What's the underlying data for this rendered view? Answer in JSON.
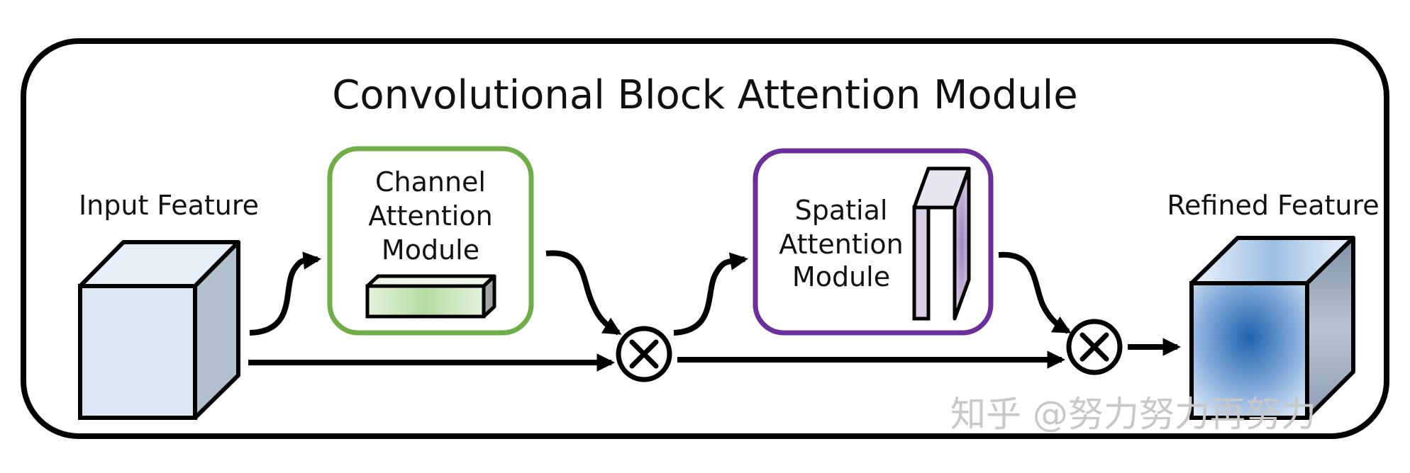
{
  "title": "Convolutional Block Attention Module",
  "input": {
    "label": "Input Feature"
  },
  "channel_module": {
    "line1": "Channel",
    "line2": "Attention",
    "line3": "Module",
    "border_color": "#6fae47"
  },
  "spatial_module": {
    "line1": "Spatial",
    "line2": "Attention",
    "line3": "Module",
    "border_color": "#6a2f9a"
  },
  "output": {
    "label": "Refined Feature"
  },
  "operators": [
    {
      "symbol": "⊗",
      "meaning": "element-wise multiplication"
    },
    {
      "symbol": "⊗",
      "meaning": "element-wise multiplication"
    }
  ],
  "watermark": "知乎 @努力努力再努力",
  "colors": {
    "cube_front": "#dce7f4",
    "cube_side": "#b2bfcc",
    "refined_center": "#2066b0",
    "arrow": "#000000"
  }
}
